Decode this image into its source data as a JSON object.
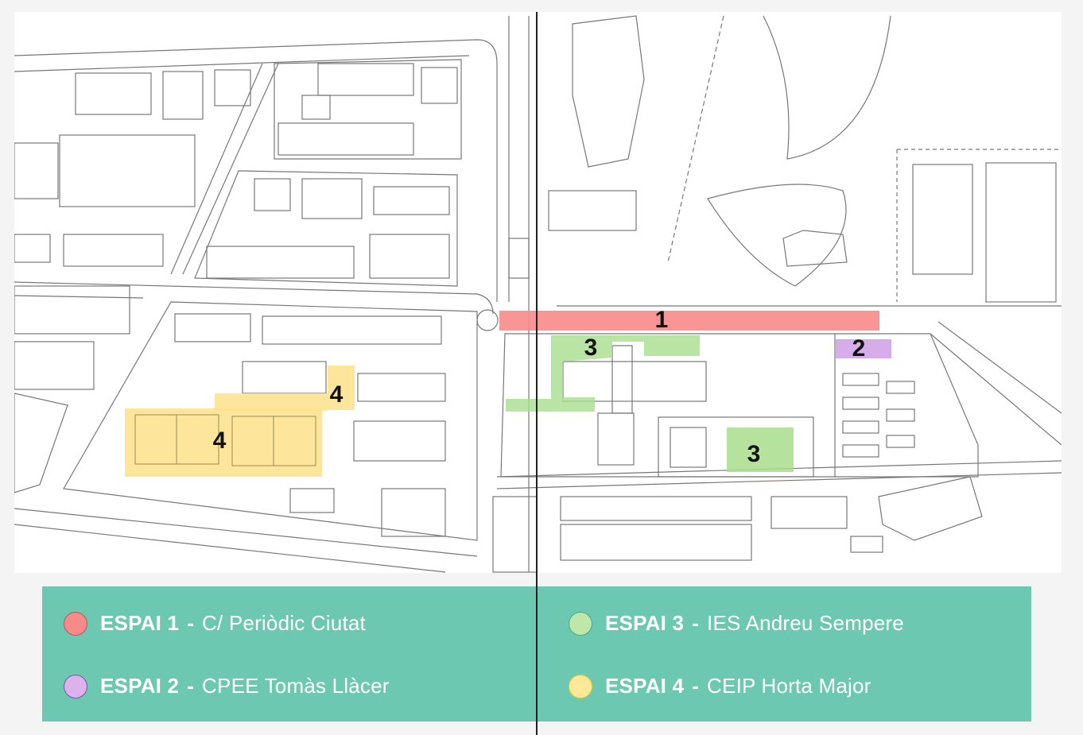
{
  "map": {
    "zone_labels": [
      "1",
      "2",
      "3",
      "3",
      "4",
      "4"
    ]
  },
  "legend": {
    "items": [
      {
        "code": "ESPAI 1",
        "separator": "-",
        "name": "C/ Periòdic Ciutat",
        "color": "#f88a89"
      },
      {
        "code": "ESPAI 2",
        "separator": "-",
        "name": "CPEE Tomàs Llàcer",
        "color": "#dcb1ec"
      },
      {
        "code": "ESPAI 3",
        "separator": "-",
        "name": "IES Andreu Sempere",
        "color": "#bfe7a9"
      },
      {
        "code": "ESPAI 4",
        "separator": "-",
        "name": "CEIP Horta Major",
        "color": "#fde89a"
      }
    ]
  }
}
